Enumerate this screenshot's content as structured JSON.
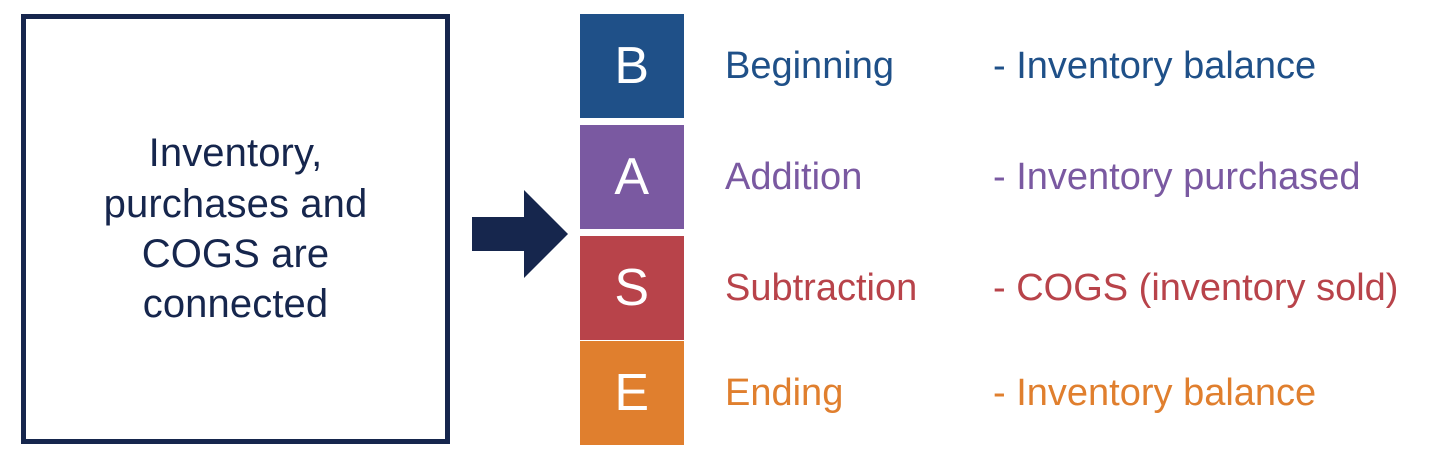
{
  "colors": {
    "navy_border": "#16264d",
    "navy_text": "#16264d",
    "arrow": "#16264d",
    "blue": "#1f5088",
    "purple": "#7a59a1",
    "red": "#b8434a",
    "orange": "#e07f2e",
    "white": "#ffffff",
    "background": "#ffffff"
  },
  "callout": {
    "text": "Inventory,\npurchases and\nCOGS are\nconnected"
  },
  "arrow": {
    "icon": "arrow-right-icon",
    "direction": "right"
  },
  "rows": [
    {
      "letter": "B",
      "label": "Beginning",
      "description": "- Inventory balance",
      "color": "#1f5088",
      "letter_color": "#ffffff",
      "text_color": "#1f5088"
    },
    {
      "letter": "A",
      "label": "Addition",
      "description": "- Inventory purchased",
      "color": "#7a59a1",
      "letter_color": "#ffffff",
      "text_color": "#7a59a1"
    },
    {
      "letter": "S",
      "label": "Subtraction",
      "description": "- COGS (inventory sold)",
      "color": "#b8434a",
      "letter_color": "#ffffff",
      "text_color": "#b8434a"
    },
    {
      "letter": "E",
      "label": "Ending",
      "description": "- Inventory balance",
      "color": "#e07f2e",
      "letter_color": "#ffffff",
      "text_color": "#e07f2e"
    }
  ]
}
